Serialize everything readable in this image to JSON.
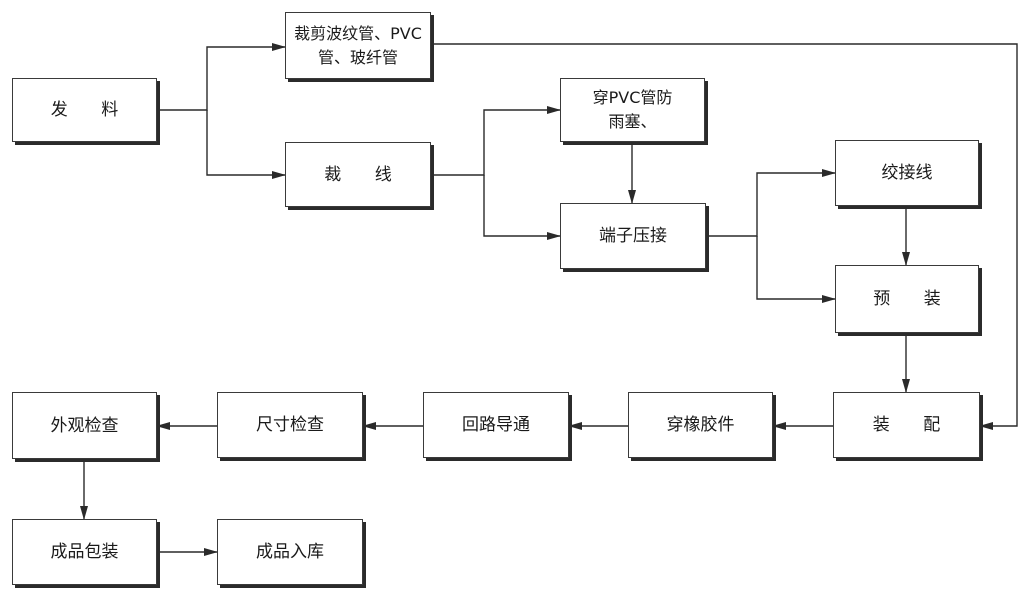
{
  "nodes": {
    "fa_liao": "发 料",
    "cai_jian": "裁剪波纹管、PVC管、玻纤管",
    "cai_xian": "裁 线",
    "chuan_pvc": "穿PVC管防雨塞、",
    "duanzi": "端子压接",
    "jiao_jie": "绞接线",
    "yu_zhuang": "预 装",
    "zhuang_pei": "装 配",
    "chuan_xiang": "穿橡胶件",
    "hui_lu": "回路导通",
    "chi_cun": "尺寸检查",
    "wai_guan": "外观检查",
    "cheng_pin_bao": "成品包装",
    "cheng_pin_ru": "成品入库"
  },
  "colors": {
    "line": "#2a2a2a",
    "border": "#3a3a3a",
    "shadow": "#2b2b2b"
  }
}
